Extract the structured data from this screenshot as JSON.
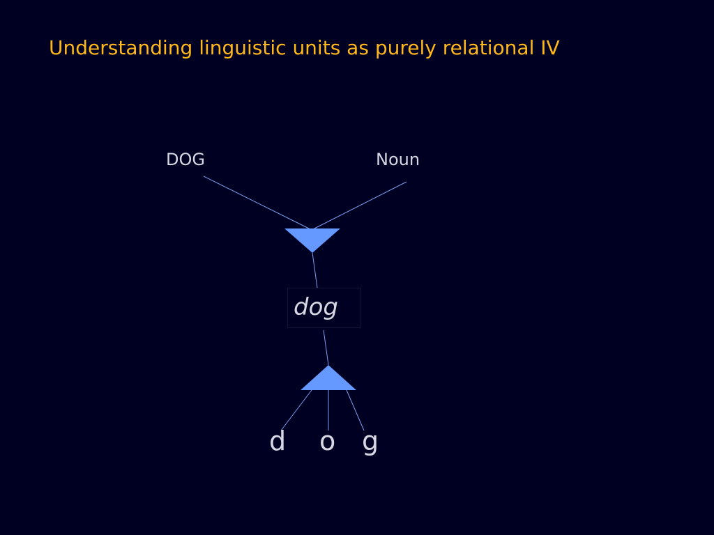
{
  "slide": {
    "title": "Understanding linguistic units as purely relational IV"
  },
  "diagram": {
    "meaning_label": "DOG",
    "category_label": "Noun",
    "word": "dog",
    "letters": [
      "d",
      "o",
      "g"
    ]
  },
  "colors": {
    "background": "#000022",
    "title": "#FFB81C",
    "text": "#D8D8E4",
    "node_fill": "#6699FF",
    "line": "#7AA2F0"
  }
}
